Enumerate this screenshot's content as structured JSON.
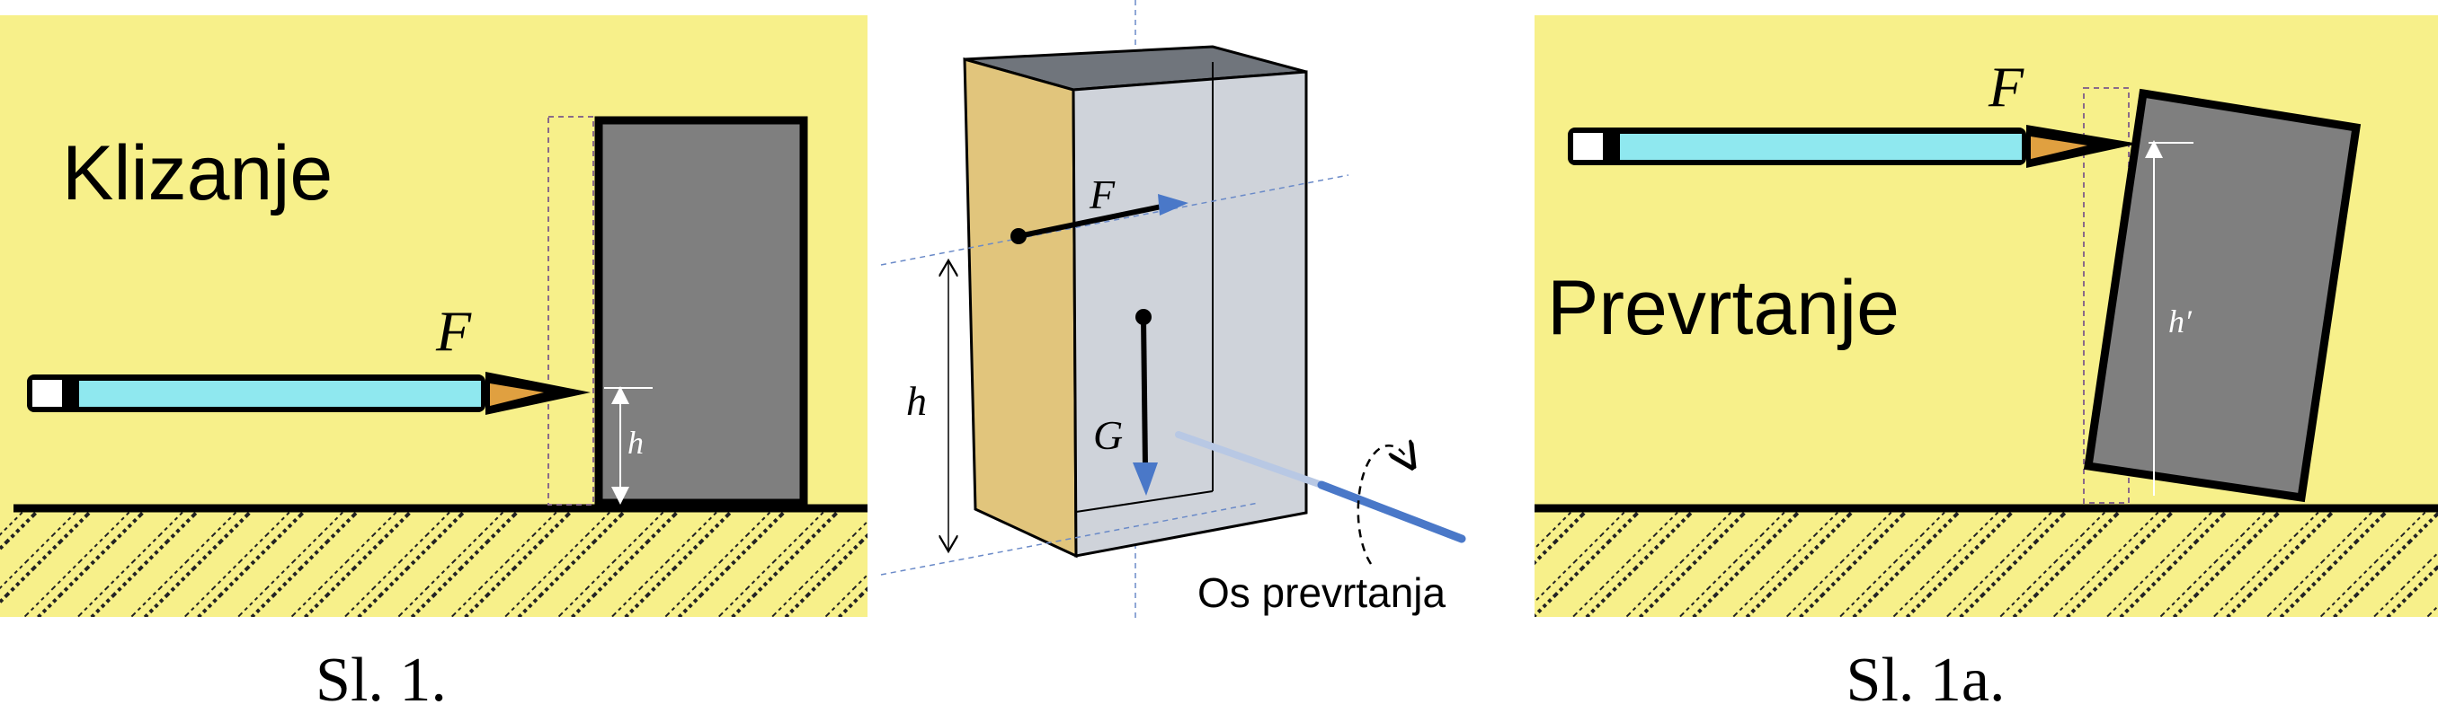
{
  "left_panel": {
    "title": "Klizanje",
    "force_label": "F",
    "height_label": "h",
    "caption": "Sl. 1."
  },
  "middle_panel": {
    "force_label": "F",
    "weight_label": "G",
    "height_label": "h",
    "axis_label": "Os prevrtanja"
  },
  "right_panel": {
    "title": "Prevrtanje",
    "force_label": "F",
    "height_label": "h′",
    "caption": "Sl. 1a."
  },
  "colors": {
    "background_yellow": "#f7f08a",
    "block_gray": "#7f7f7f",
    "pencil_blue": "#8fe8ef",
    "pencil_tip": "#e0a040",
    "box_side": "#e1c57c",
    "box_front": "#cfd3da",
    "box_top": "#70757c",
    "vector_blue": "#4a78c8"
  }
}
